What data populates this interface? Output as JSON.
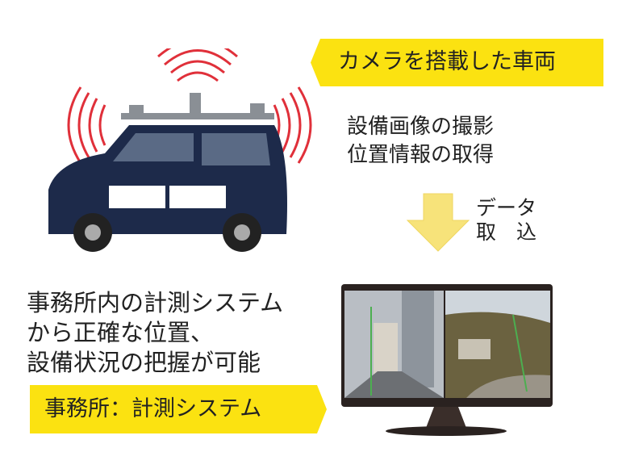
{
  "vehicle_banner": "カメラを搭載した車両",
  "capture_lines": [
    "設備画像の撮影",
    "位置情報の取得"
  ],
  "data_import": [
    "データ",
    "取　込"
  ],
  "office_lines": [
    "事務所内の計測システム",
    "から正確な位置、",
    "設備状況の把握が可能"
  ],
  "office_banner": "事務所：計測システム",
  "colors": {
    "banner": "#fbe211",
    "arrow": "#f7e37a",
    "signal": "#e0303a",
    "car_body": "#1d2a4a",
    "monitor": "#2a2220"
  }
}
